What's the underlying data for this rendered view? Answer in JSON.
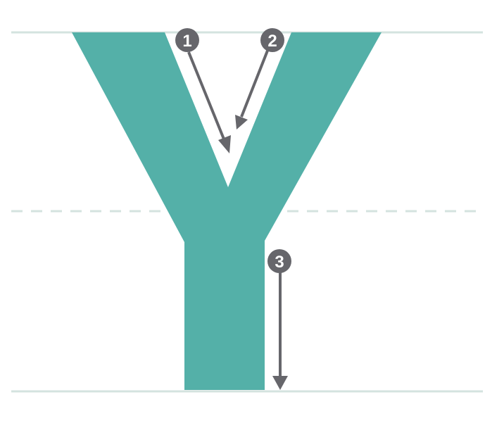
{
  "colors": {
    "background": "#ffffff",
    "letter_fill": "#54b0a8",
    "guide_line": "#d4e3df",
    "arrow": "#66666b",
    "badge": "#66666b",
    "badge_text": "#ffffff"
  },
  "guides": [
    {
      "name": "top-guide-line",
      "style": "solid"
    },
    {
      "name": "midline-guide",
      "style": "dashed"
    },
    {
      "name": "baseline-guide",
      "style": "solid"
    }
  ],
  "letter": {
    "name": "letter-y-shape"
  },
  "strokes": [
    {
      "id": "1",
      "label": "1",
      "direction": "down-right"
    },
    {
      "id": "2",
      "label": "2",
      "direction": "down-left"
    },
    {
      "id": "3",
      "label": "3",
      "direction": "down"
    }
  ]
}
